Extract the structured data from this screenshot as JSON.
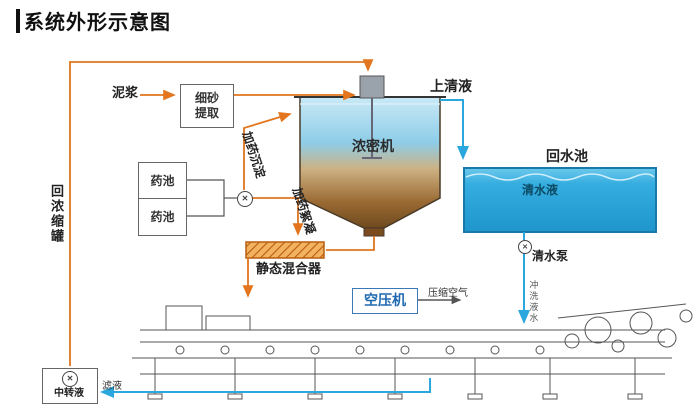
{
  "title": "系统外形示意图",
  "colors": {
    "slurry_line": "#e2751d",
    "water_line": "#2aa7dc",
    "machine_line": "#555555"
  },
  "icons": {
    "pump": "✕"
  },
  "labels": {
    "slurry": "泥浆",
    "sand_extraction_line1": "细砂",
    "sand_extraction_line2": "提取",
    "chem_tank": "药池",
    "chem_tank2": "药池",
    "dosing_sediment": "加药沉淀",
    "dosing_flocculation": "加药絮凝",
    "thickener": "浓密机",
    "supernatant": "上清液",
    "return_pool": "回水池",
    "clear_water": "清水液",
    "clear_water_pump": "清水泵",
    "flush_water": "冲洗液水",
    "static_mixer": "静态混合器",
    "air_compressor": "空压机",
    "compressed_air": "压缩空气",
    "return_thickener_tank": "回浓缩罐",
    "transfer_liquid": "中转液",
    "filtrate": "滤液"
  }
}
